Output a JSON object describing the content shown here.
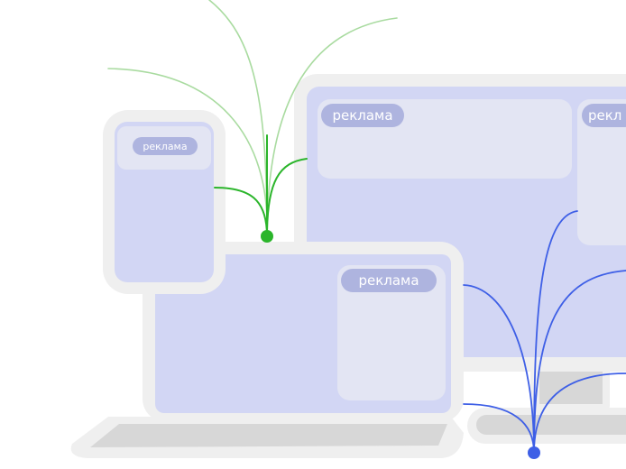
{
  "ads": {
    "phone_label": "реклама",
    "monitor_left_label": "реклама",
    "monitor_right_label": "рекл",
    "laptop_label": "реклама"
  },
  "colors": {
    "device_frame": "#efefef",
    "screen_fill": "#d2d6f4",
    "ad_block_fill": "#e3e5f3",
    "label_pill": "#aeb4df",
    "label_text": "#ffffff",
    "stand_gray": "#d7d7d7",
    "green_line": "#2bb52b",
    "green_light": "#a9dba0",
    "blue_line": "#3e5fe6"
  }
}
